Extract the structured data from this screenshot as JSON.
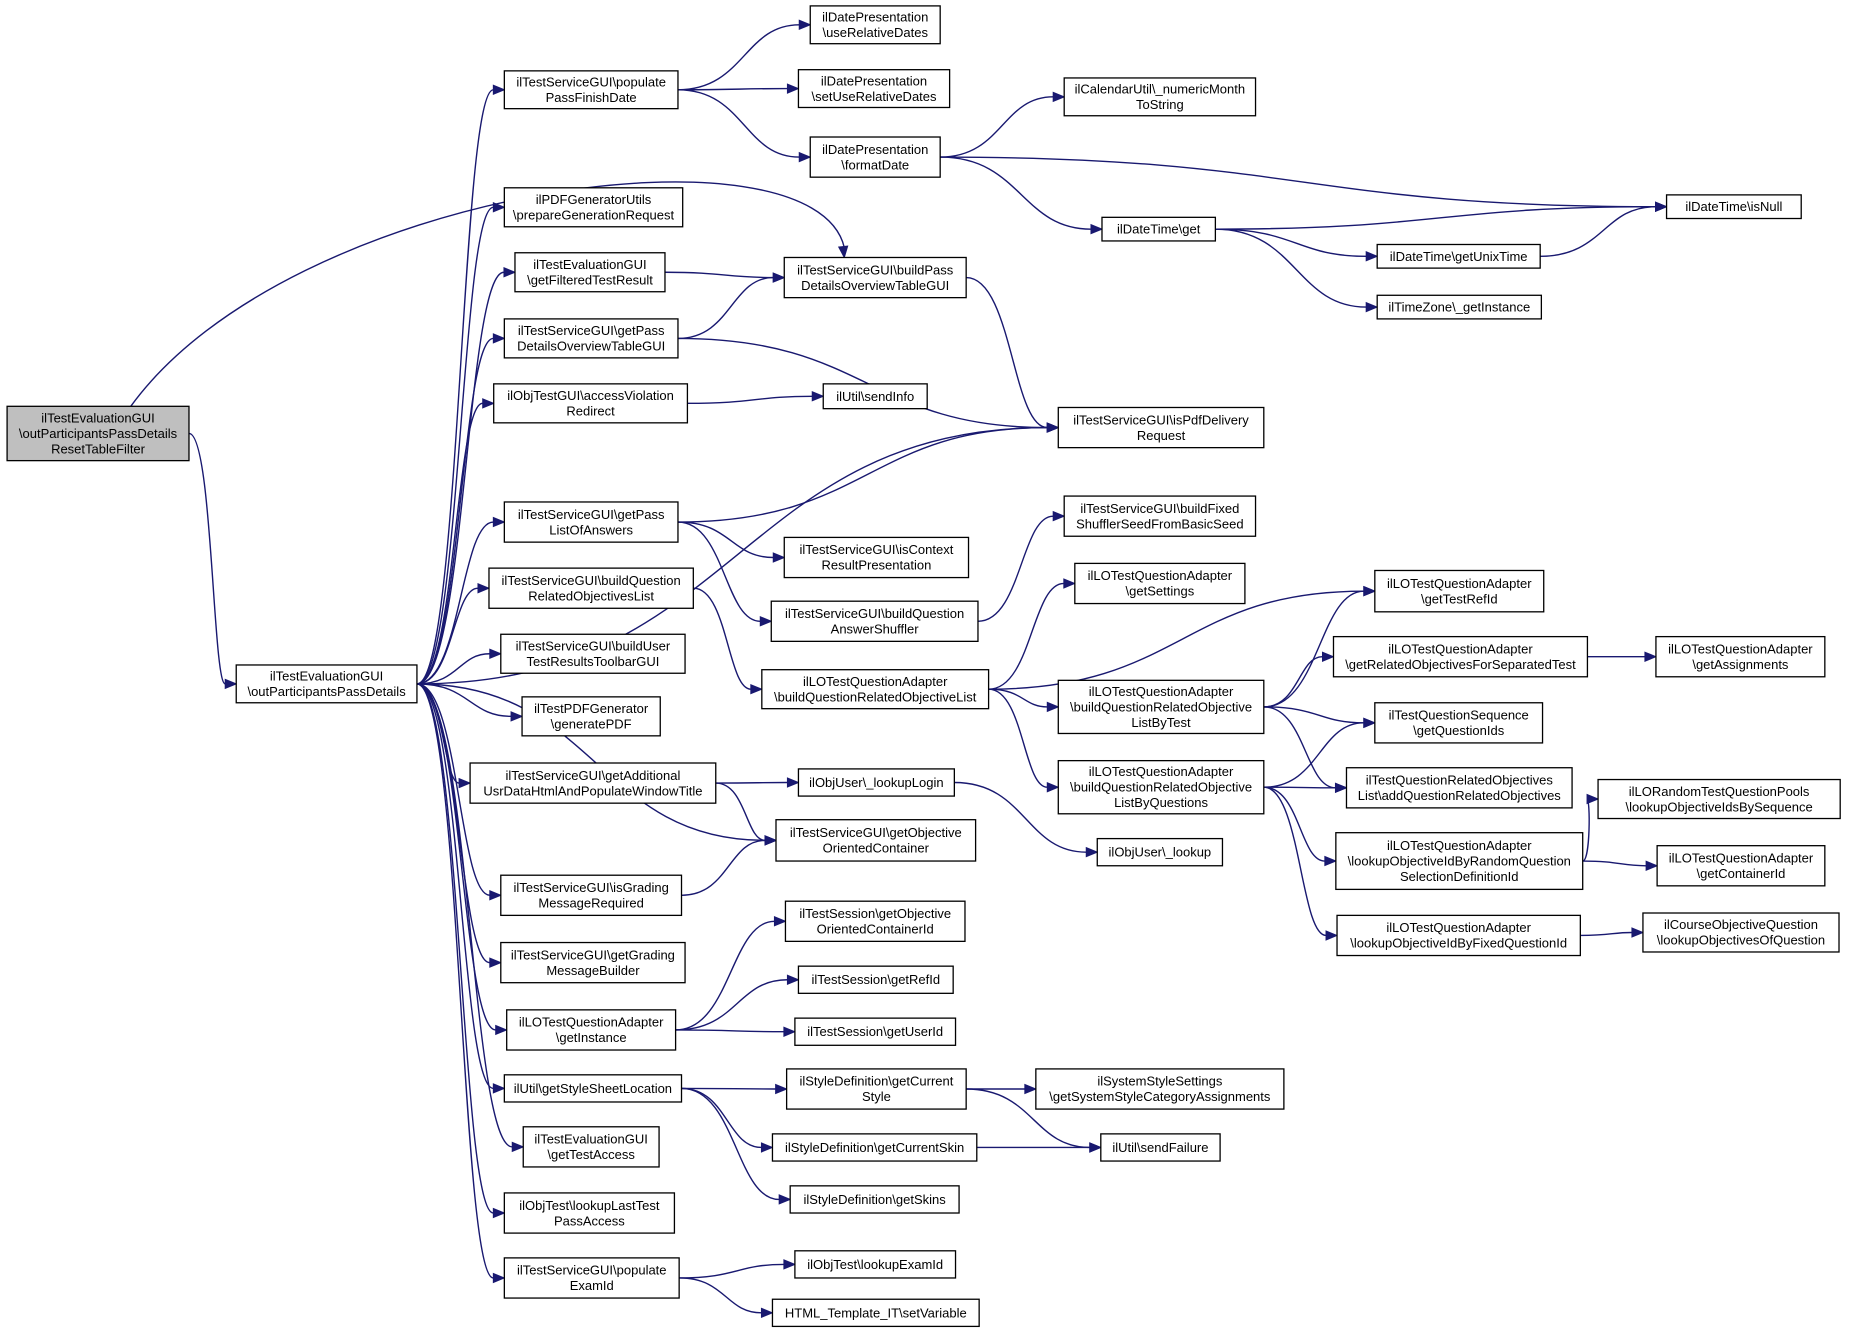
{
  "colors": {
    "edge": "#191970",
    "root_fill": "#bfbfbf",
    "node_fill": "#ffffff",
    "border": "#000000"
  },
  "nodes": [
    {
      "id": "root",
      "lines": [
        "ilTestEvaluationGUI",
        "\\outParticipantsPassDetails",
        "ResetTableFilter"
      ]
    },
    {
      "id": "main",
      "lines": [
        "ilTestEvaluationGUI",
        "\\outParticipantsPassDetails"
      ]
    },
    {
      "id": "populatePassFinish",
      "lines": [
        "ilTestServiceGUI\\populate",
        "PassFinishDate"
      ]
    },
    {
      "id": "useRelative",
      "lines": [
        "ilDatePresentation",
        "\\useRelativeDates"
      ]
    },
    {
      "id": "setUseRelative",
      "lines": [
        "ilDatePresentation",
        "\\setUseRelativeDates"
      ]
    },
    {
      "id": "formatDate",
      "lines": [
        "ilDatePresentation",
        "\\formatDate"
      ]
    },
    {
      "id": "numericMonth",
      "lines": [
        "ilCalendarUtil\\_numericMonth",
        "ToString"
      ]
    },
    {
      "id": "isNull",
      "lines": [
        "ilDateTime\\isNull"
      ]
    },
    {
      "id": "dtGet",
      "lines": [
        "ilDateTime\\get"
      ]
    },
    {
      "id": "getUnixTime",
      "lines": [
        "ilDateTime\\getUnixTime"
      ]
    },
    {
      "id": "tzGetInstance",
      "lines": [
        "ilTimeZone\\_getInstance"
      ]
    },
    {
      "id": "pdfPrepare",
      "lines": [
        "ilPDFGeneratorUtils",
        "\\prepareGenerationRequest"
      ]
    },
    {
      "id": "getFilteredTestResult",
      "lines": [
        "ilTestEvaluationGUI",
        "\\getFilteredTestResult"
      ]
    },
    {
      "id": "buildPassDetails",
      "lines": [
        "ilTestServiceGUI\\buildPass",
        "DetailsOverviewTableGUI"
      ]
    },
    {
      "id": "getPassDetails",
      "lines": [
        "ilTestServiceGUI\\getPass",
        "DetailsOverviewTableGUI"
      ]
    },
    {
      "id": "accessViolation",
      "lines": [
        "ilObjTestGUI\\accessViolation",
        "Redirect"
      ]
    },
    {
      "id": "sendInfo",
      "lines": [
        "ilUtil\\sendInfo"
      ]
    },
    {
      "id": "isPdfDelivery",
      "lines": [
        "ilTestServiceGUI\\isPdfDelivery",
        "Request"
      ]
    },
    {
      "id": "getPassListOfAnswers",
      "lines": [
        "ilTestServiceGUI\\getPass",
        "ListOfAnswers"
      ]
    },
    {
      "id": "buildFixedShuffler",
      "lines": [
        "ilTestServiceGUI\\buildFixed",
        "ShufflerSeedFromBasicSeed"
      ]
    },
    {
      "id": "isContextResult",
      "lines": [
        "ilTestServiceGUI\\isContext",
        "ResultPresentation"
      ]
    },
    {
      "id": "buildQRelObjList",
      "lines": [
        "ilTestServiceGUI\\buildQuestion",
        "RelatedObjectivesList"
      ]
    },
    {
      "id": "buildQAnswerShuffler",
      "lines": [
        "ilTestServiceGUI\\buildQuestion",
        "AnswerShuffler"
      ]
    },
    {
      "id": "loGetSettings",
      "lines": [
        "ilLOTestQuestionAdapter",
        "\\getSettings"
      ]
    },
    {
      "id": "loGetTestRefId",
      "lines": [
        "ilLOTestQuestionAdapter",
        "\\getTestRefId"
      ]
    },
    {
      "id": "buildUserToolbar",
      "lines": [
        "ilTestServiceGUI\\buildUser",
        "TestResultsToolbarGUI"
      ]
    },
    {
      "id": "loBuildQRelObjList",
      "lines": [
        "ilLOTestQuestionAdapter",
        "\\buildQuestionRelatedObjectiveList"
      ]
    },
    {
      "id": "loGetRelObjSeparated",
      "lines": [
        "ilLOTestQuestionAdapter",
        "\\getRelatedObjectivesForSeparatedTest"
      ]
    },
    {
      "id": "loGetAssignments",
      "lines": [
        "ilLOTestQuestionAdapter",
        "\\getAssignments"
      ]
    },
    {
      "id": "loBuildByTest",
      "lines": [
        "ilLOTestQuestionAdapter",
        "\\buildQuestionRelatedObjective",
        "ListByTest"
      ]
    },
    {
      "id": "tqsGetQuestionIds",
      "lines": [
        "ilTestQuestionSequence",
        "\\getQuestionIds"
      ]
    },
    {
      "id": "generatePDF",
      "lines": [
        "ilTestPDFGenerator",
        "\\generatePDF"
      ]
    },
    {
      "id": "getAdditionalUsr",
      "lines": [
        "ilTestServiceGUI\\getAdditional",
        "UsrDataHtmlAndPopulateWindowTitle"
      ]
    },
    {
      "id": "lookupLogin",
      "lines": [
        "ilObjUser\\_lookupLogin"
      ]
    },
    {
      "id": "loBuildByQuestions",
      "lines": [
        "ilLOTestQuestionAdapter",
        "\\buildQuestionRelatedObjective",
        "ListByQuestions"
      ]
    },
    {
      "id": "addQRelObj",
      "lines": [
        "ilTestQuestionRelatedObjectives",
        "List\\addQuestionRelatedObjectives"
      ]
    },
    {
      "id": "lorLookupBySeq",
      "lines": [
        "ilLORandomTestQuestionPools",
        "\\lookupObjectiveIdsBySequence"
      ]
    },
    {
      "id": "getObjOrientedContainer",
      "lines": [
        "ilTestServiceGUI\\getObjective",
        "OrientedContainer"
      ]
    },
    {
      "id": "objUserLookup",
      "lines": [
        "ilObjUser\\_lookup"
      ]
    },
    {
      "id": "loLookupByRandom",
      "lines": [
        "ilLOTestQuestionAdapter",
        "\\lookupObjectiveIdByRandomQuestion",
        "SelectionDefinitionId"
      ]
    },
    {
      "id": "loGetContainerId",
      "lines": [
        "ilLOTestQuestionAdapter",
        "\\getContainerId"
      ]
    },
    {
      "id": "isGradingMsg",
      "lines": [
        "ilTestServiceGUI\\isGrading",
        "MessageRequired"
      ]
    },
    {
      "id": "sessGetObjContainer",
      "lines": [
        "ilTestSession\\getObjective",
        "OrientedContainerId"
      ]
    },
    {
      "id": "loLookupByFixed",
      "lines": [
        "ilLOTestQuestionAdapter",
        "\\lookupObjectiveIdByFixedQuestionId"
      ]
    },
    {
      "id": "courseObjLookup",
      "lines": [
        "ilCourseObjectiveQuestion",
        "\\lookupObjectivesOfQuestion"
      ]
    },
    {
      "id": "getGradingBuilder",
      "lines": [
        "ilTestServiceGUI\\getGrading",
        "MessageBuilder"
      ]
    },
    {
      "id": "sessGetRefId",
      "lines": [
        "ilTestSession\\getRefId"
      ]
    },
    {
      "id": "loGetInstance",
      "lines": [
        "ilLOTestQuestionAdapter",
        "\\getInstance"
      ]
    },
    {
      "id": "sessGetUserId",
      "lines": [
        "ilTestSession\\getUserId"
      ]
    },
    {
      "id": "getStyleSheet",
      "lines": [
        "ilUtil\\getStyleSheetLocation"
      ]
    },
    {
      "id": "styleGetCurrent",
      "lines": [
        "ilStyleDefinition\\getCurrent",
        "Style"
      ]
    },
    {
      "id": "sysStyleAssign",
      "lines": [
        "ilSystemStyleSettings",
        "\\getSystemStyleCategoryAssignments"
      ]
    },
    {
      "id": "styleGetCurrentSkin",
      "lines": [
        "ilStyleDefinition\\getCurrentSkin"
      ]
    },
    {
      "id": "sendFailure",
      "lines": [
        "ilUtil\\sendFailure"
      ]
    },
    {
      "id": "evalGetTestAccess",
      "lines": [
        "ilTestEvaluationGUI",
        "\\getTestAccess"
      ]
    },
    {
      "id": "styleGetSkins",
      "lines": [
        "ilStyleDefinition\\getSkins"
      ]
    },
    {
      "id": "lookupLastPass",
      "lines": [
        "ilObjTest\\lookupLastTest",
        "PassAccess"
      ]
    },
    {
      "id": "populateExamId",
      "lines": [
        "ilTestServiceGUI\\populate",
        "ExamId"
      ]
    },
    {
      "id": "lookupExamId",
      "lines": [
        "ilObjTest\\lookupExamId"
      ]
    },
    {
      "id": "setVariable",
      "lines": [
        "HTML_Template_IT\\setVariable"
      ]
    }
  ],
  "edges": [
    [
      "root",
      "buildPassDetails"
    ],
    [
      "root",
      "main"
    ],
    [
      "main",
      "populatePassFinish"
    ],
    [
      "main",
      "pdfPrepare"
    ],
    [
      "main",
      "getFilteredTestResult"
    ],
    [
      "main",
      "getPassDetails"
    ],
    [
      "main",
      "accessViolation"
    ],
    [
      "main",
      "isPdfDelivery"
    ],
    [
      "main",
      "getPassListOfAnswers"
    ],
    [
      "main",
      "buildQRelObjList"
    ],
    [
      "main",
      "buildUserToolbar"
    ],
    [
      "main",
      "generatePDF"
    ],
    [
      "main",
      "getAdditionalUsr"
    ],
    [
      "main",
      "getObjOrientedContainer"
    ],
    [
      "main",
      "isGradingMsg"
    ],
    [
      "main",
      "getGradingBuilder"
    ],
    [
      "main",
      "loGetInstance"
    ],
    [
      "main",
      "getStyleSheet"
    ],
    [
      "main",
      "evalGetTestAccess"
    ],
    [
      "main",
      "lookupLastPass"
    ],
    [
      "main",
      "populateExamId"
    ],
    [
      "populatePassFinish",
      "useRelative"
    ],
    [
      "populatePassFinish",
      "setUseRelative"
    ],
    [
      "populatePassFinish",
      "formatDate"
    ],
    [
      "formatDate",
      "numericMonth"
    ],
    [
      "formatDate",
      "isNull"
    ],
    [
      "formatDate",
      "dtGet"
    ],
    [
      "dtGet",
      "isNull"
    ],
    [
      "dtGet",
      "getUnixTime"
    ],
    [
      "dtGet",
      "tzGetInstance"
    ],
    [
      "getUnixTime",
      "isNull"
    ],
    [
      "getFilteredTestResult",
      "buildPassDetails"
    ],
    [
      "getPassDetails",
      "buildPassDetails"
    ],
    [
      "getPassDetails",
      "isPdfDelivery"
    ],
    [
      "buildPassDetails",
      "isPdfDelivery"
    ],
    [
      "accessViolation",
      "sendInfo"
    ],
    [
      "getPassListOfAnswers",
      "isPdfDelivery"
    ],
    [
      "getPassListOfAnswers",
      "isContextResult"
    ],
    [
      "getPassListOfAnswers",
      "buildQAnswerShuffler"
    ],
    [
      "buildQAnswerShuffler",
      "buildFixedShuffler"
    ],
    [
      "buildQRelObjList",
      "loBuildQRelObjList"
    ],
    [
      "loBuildQRelObjList",
      "loGetSettings"
    ],
    [
      "loBuildQRelObjList",
      "loGetTestRefId"
    ],
    [
      "loBuildQRelObjList",
      "loBuildByTest"
    ],
    [
      "loBuildQRelObjList",
      "loBuildByQuestions"
    ],
    [
      "loBuildByTest",
      "loGetTestRefId"
    ],
    [
      "loBuildByTest",
      "loGetRelObjSeparated"
    ],
    [
      "loBuildByTest",
      "tqsGetQuestionIds"
    ],
    [
      "loBuildByTest",
      "addQRelObj"
    ],
    [
      "loGetRelObjSeparated",
      "loGetAssignments"
    ],
    [
      "loBuildByQuestions",
      "tqsGetQuestionIds"
    ],
    [
      "loBuildByQuestions",
      "addQRelObj"
    ],
    [
      "loBuildByQuestions",
      "loLookupByRandom"
    ],
    [
      "loBuildByQuestions",
      "loLookupByFixed"
    ],
    [
      "loLookupByRandom",
      "lorLookupBySeq"
    ],
    [
      "loLookupByRandom",
      "loGetContainerId"
    ],
    [
      "loLookupByFixed",
      "courseObjLookup"
    ],
    [
      "getAdditionalUsr",
      "lookupLogin"
    ],
    [
      "getAdditionalUsr",
      "getObjOrientedContainer"
    ],
    [
      "lookupLogin",
      "objUserLookup"
    ],
    [
      "isGradingMsg",
      "getObjOrientedContainer"
    ],
    [
      "loGetInstance",
      "sessGetObjContainer"
    ],
    [
      "loGetInstance",
      "sessGetRefId"
    ],
    [
      "loGetInstance",
      "sessGetUserId"
    ],
    [
      "getStyleSheet",
      "styleGetCurrent"
    ],
    [
      "getStyleSheet",
      "styleGetCurrentSkin"
    ],
    [
      "getStyleSheet",
      "styleGetSkins"
    ],
    [
      "styleGetCurrent",
      "sysStyleAssign"
    ],
    [
      "styleGetCurrent",
      "sendFailure"
    ],
    [
      "styleGetCurrentSkin",
      "sendFailure"
    ],
    [
      "populateExamId",
      "lookupExamId"
    ],
    [
      "populateExamId",
      "setVariable"
    ]
  ]
}
